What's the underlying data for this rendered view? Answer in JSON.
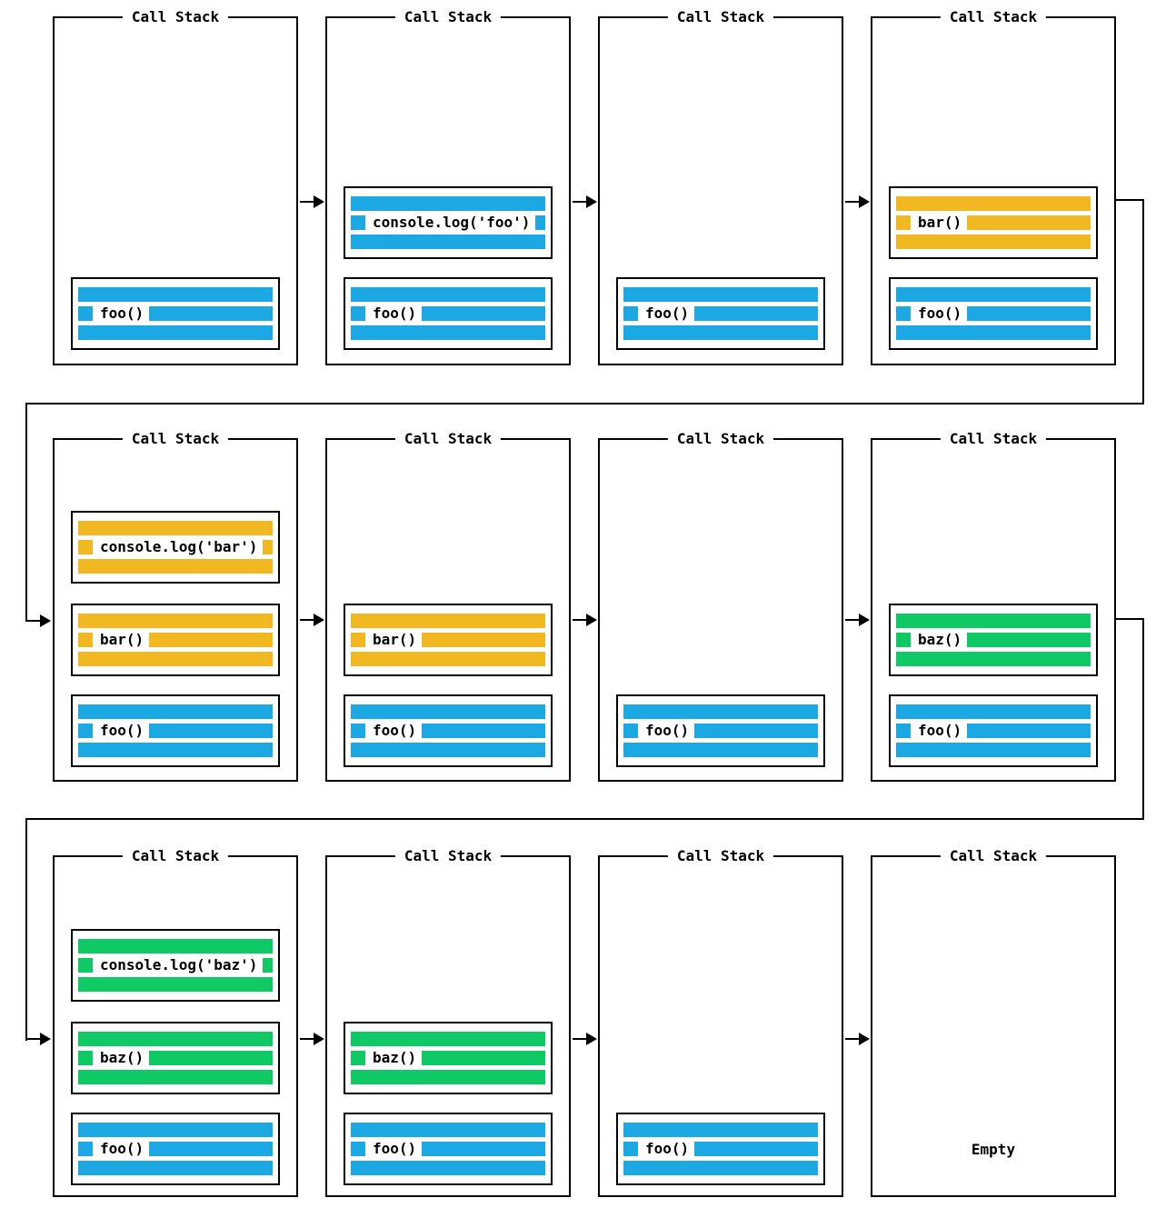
{
  "colors": {
    "blue": "#1BA8E3",
    "yellow": "#F2B822",
    "green": "#0FC965",
    "line": "#000000",
    "background": "#FFFFFF"
  },
  "panels": [
    {
      "title": "Call Stack",
      "frames": [
        {
          "label": "foo()",
          "color": "blue"
        }
      ]
    },
    {
      "title": "Call Stack",
      "frames": [
        {
          "label": "console.log('foo')",
          "color": "blue"
        },
        {
          "label": "foo()",
          "color": "blue"
        }
      ]
    },
    {
      "title": "Call Stack",
      "frames": [
        {
          "label": "foo()",
          "color": "blue"
        }
      ]
    },
    {
      "title": "Call Stack",
      "frames": [
        {
          "label": "bar()",
          "color": "yellow"
        },
        {
          "label": "foo()",
          "color": "blue"
        }
      ]
    },
    {
      "title": "Call Stack",
      "frames": [
        {
          "label": "console.log('bar')",
          "color": "yellow"
        },
        {
          "label": "bar()",
          "color": "yellow"
        },
        {
          "label": "foo()",
          "color": "blue"
        }
      ]
    },
    {
      "title": "Call Stack",
      "frames": [
        {
          "label": "bar()",
          "color": "yellow"
        },
        {
          "label": "foo()",
          "color": "blue"
        }
      ]
    },
    {
      "title": "Call Stack",
      "frames": [
        {
          "label": "foo()",
          "color": "blue"
        }
      ]
    },
    {
      "title": "Call Stack",
      "frames": [
        {
          "label": "baz()",
          "color": "green"
        },
        {
          "label": "foo()",
          "color": "blue"
        }
      ]
    },
    {
      "title": "Call Stack",
      "frames": [
        {
          "label": "console.log('baz')",
          "color": "green"
        },
        {
          "label": "baz()",
          "color": "green"
        },
        {
          "label": "foo()",
          "color": "blue"
        }
      ]
    },
    {
      "title": "Call Stack",
      "frames": [
        {
          "label": "baz()",
          "color": "green"
        },
        {
          "label": "foo()",
          "color": "blue"
        }
      ]
    },
    {
      "title": "Call Stack",
      "frames": [
        {
          "label": "foo()",
          "color": "blue"
        }
      ]
    },
    {
      "title": "Call Stack",
      "frames": [],
      "empty_label": "Empty"
    }
  ]
}
